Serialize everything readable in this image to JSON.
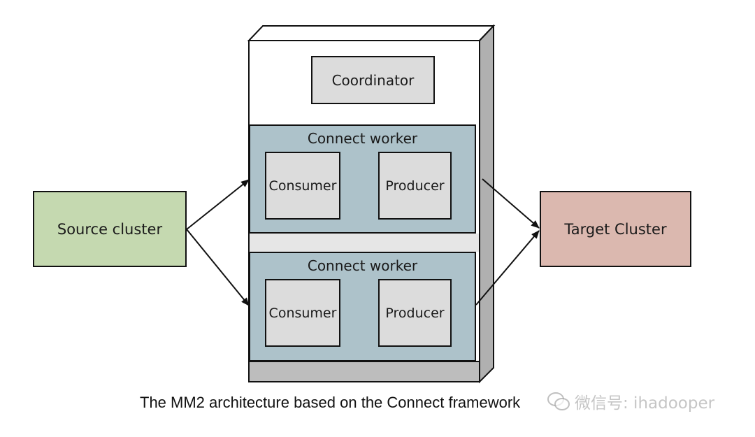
{
  "diagram": {
    "source_label": "Source cluster",
    "target_label": "Target Cluster",
    "coordinator_label": "Coordinator",
    "workers": [
      {
        "title": "Connect worker",
        "consumer": "Consumer",
        "producer": "Producer"
      },
      {
        "title": "Connect worker",
        "consumer": "Consumer",
        "producer": "Producer"
      }
    ],
    "caption": "The MM2 architecture based on the Connect framework"
  },
  "watermark": {
    "text": "微信号: ihadooper"
  },
  "colors": {
    "source_fill": "#c5d9b0",
    "target_fill": "#dbb8af",
    "worker_fill": "#adc2ca",
    "inner_fill": "#dcdcdc",
    "frame_side": "#b0b0b0",
    "frame_bottom": "#bdbdbd"
  }
}
